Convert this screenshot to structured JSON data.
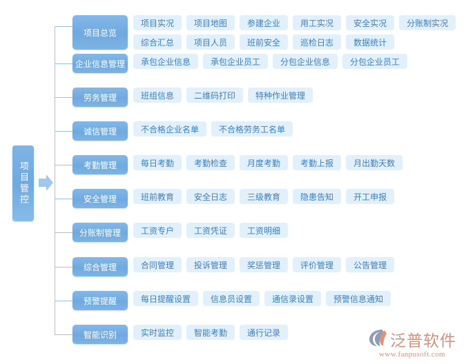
{
  "root": {
    "label": "项目管控",
    "arrow_icon": "right-arrow-icon"
  },
  "branches": [
    {
      "id": "project-overview",
      "category": "项目总览",
      "rows": [
        [
          "项目实况",
          "项目地图",
          "参建企业",
          "用工实况",
          "安全实况",
          "分账制实况"
        ],
        [
          "综合汇总",
          "项目人员",
          "班前安全",
          "巡检日志",
          "数据统计"
        ]
      ]
    },
    {
      "id": "enterprise-info-management",
      "category": "企业信息管理",
      "rows": [
        [
          "承包企业信息",
          "承包企业员工",
          "分包企业信息",
          "分包企业员工"
        ]
      ]
    },
    {
      "id": "labor-management",
      "category": "劳务管理",
      "rows": [
        [
          "班组信息",
          "二维码打印",
          "特种作业管理"
        ]
      ]
    },
    {
      "id": "credit-management",
      "category": "诚信管理",
      "rows": [
        [
          "不合格企业名单",
          "不合格劳务工名单"
        ]
      ]
    },
    {
      "id": "attendance-management",
      "category": "考勤管理",
      "rows": [
        [
          "每日考勤",
          "考勤检查",
          "月度考勤",
          "考勤上报",
          "月出勤天数"
        ]
      ]
    },
    {
      "id": "safety-management",
      "category": "安全管理",
      "rows": [
        [
          "班前教育",
          "安全日志",
          "三级教育",
          "隐患告知",
          "开工申报"
        ]
      ]
    },
    {
      "id": "split-account-management",
      "category": "分账制管理",
      "rows": [
        [
          "工资专户",
          "工资凭证",
          "工资明细"
        ]
      ]
    },
    {
      "id": "comprehensive-management",
      "category": "综合管理",
      "rows": [
        [
          "合同管理",
          "投诉管理",
          "奖惩管理",
          "评价管理",
          "公告管理"
        ]
      ]
    },
    {
      "id": "alert-reminder",
      "category": "预警提醒",
      "rows": [
        [
          "每日提醒设置",
          "信息员设置",
          "通信录设置",
          "预警信息通知"
        ]
      ]
    },
    {
      "id": "smart-recognition",
      "category": "智能识别",
      "rows": [
        [
          "实时监控",
          "智能考勤",
          "通行记录"
        ]
      ]
    }
  ],
  "watermark": {
    "brand": "泛普软件",
    "url": "www.fanpusoft.com",
    "logo_icon": "fanpu-swoosh-logo-icon"
  },
  "colors": {
    "category_blue": "#6FA9DF",
    "pill_bg": "#E2F0FB",
    "pill_text": "#3E7EC0",
    "connector": "#9CC4E6",
    "watermark": "#D4907E",
    "background": "#FFFFFF"
  }
}
